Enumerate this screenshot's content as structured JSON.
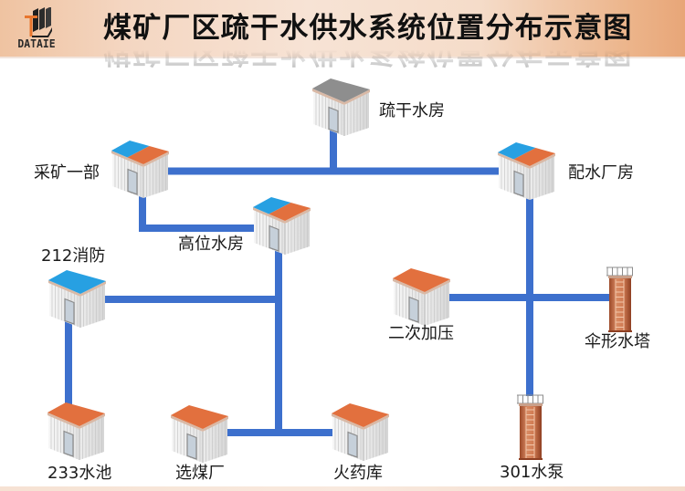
{
  "header": {
    "title": "煤矿厂区疏干水供水系统位置分布示意图",
    "logo_text": "DATAIE"
  },
  "colors": {
    "pipe": "#3d70cd",
    "roof_blue": "#27a0e2",
    "roof_orange": "#e2703e",
    "roof_gray": "#8e8e8e",
    "tower_brick": "#c0653e",
    "header_accent": "#e8a678"
  },
  "facilities": [
    {
      "label": "疏干水房",
      "type": "building",
      "roof": [
        "#8e8e8e"
      ]
    },
    {
      "label": "采矿一部",
      "type": "building",
      "roof": [
        "#27a0e2",
        "#e2703e"
      ]
    },
    {
      "label": "配水厂房",
      "type": "building",
      "roof": [
        "#27a0e2",
        "#e2703e"
      ]
    },
    {
      "label": "高位水房",
      "type": "building",
      "roof": [
        "#27a0e2",
        "#e2703e"
      ]
    },
    {
      "label": "212消防",
      "type": "building",
      "roof": [
        "#27a0e2"
      ]
    },
    {
      "label": "二次加压",
      "type": "building",
      "roof": [
        "#e2703e"
      ]
    },
    {
      "label": "伞形水塔",
      "type": "tower"
    },
    {
      "label": "233水池",
      "type": "building",
      "roof": [
        "#e2703e"
      ]
    },
    {
      "label": "选煤厂",
      "type": "building",
      "roof": [
        "#e2703e"
      ]
    },
    {
      "label": "火药库",
      "type": "building",
      "roof": [
        "#e2703e"
      ]
    },
    {
      "label": "301水泵",
      "type": "tower"
    }
  ]
}
